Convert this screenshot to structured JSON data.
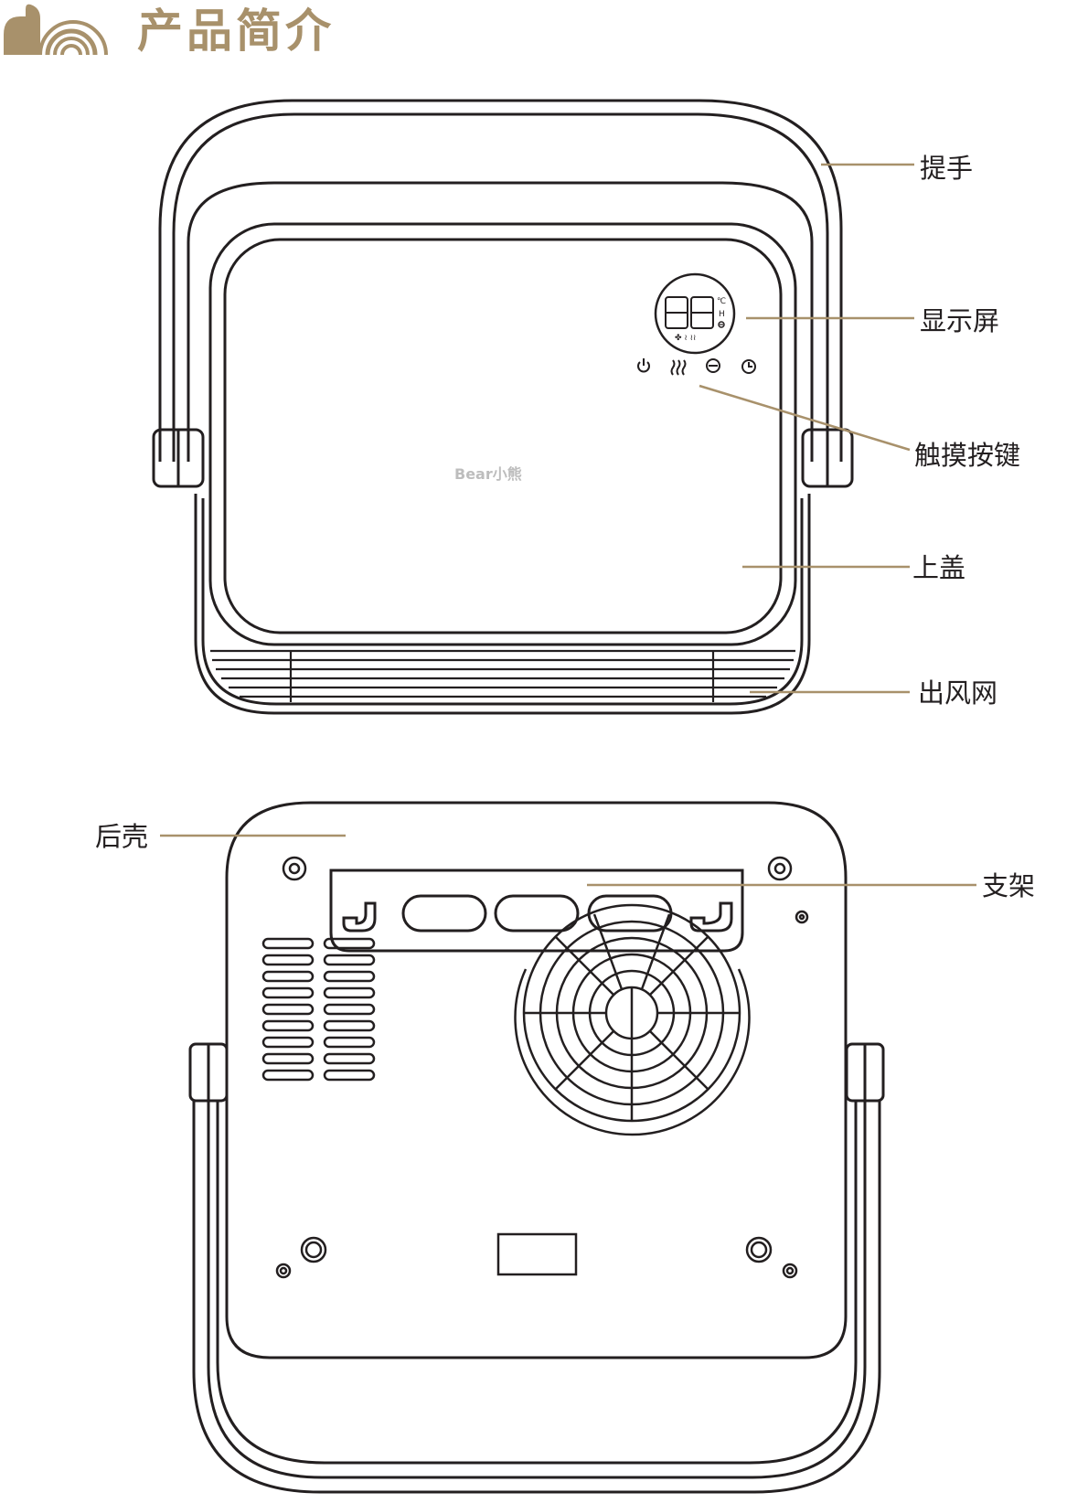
{
  "header": {
    "title": "产品简介",
    "accent_color": "#a8916b",
    "logo_icon": "bear-ear-rainbow-icon"
  },
  "front_view": {
    "labels": {
      "handle": "提手",
      "display": "显示屏",
      "touch_keys": "触摸按键",
      "top_cover": "上盖",
      "air_outlet": "出风网"
    },
    "display_readout": "88",
    "display_unit": "℃",
    "display_indicator": "H",
    "brand_logo": "Bear小熊",
    "button_icons": [
      "power-icon",
      "heat-icon",
      "minus-icon",
      "timer-icon"
    ]
  },
  "back_view": {
    "labels": {
      "rear_shell": "后壳",
      "stand": "支架"
    }
  }
}
